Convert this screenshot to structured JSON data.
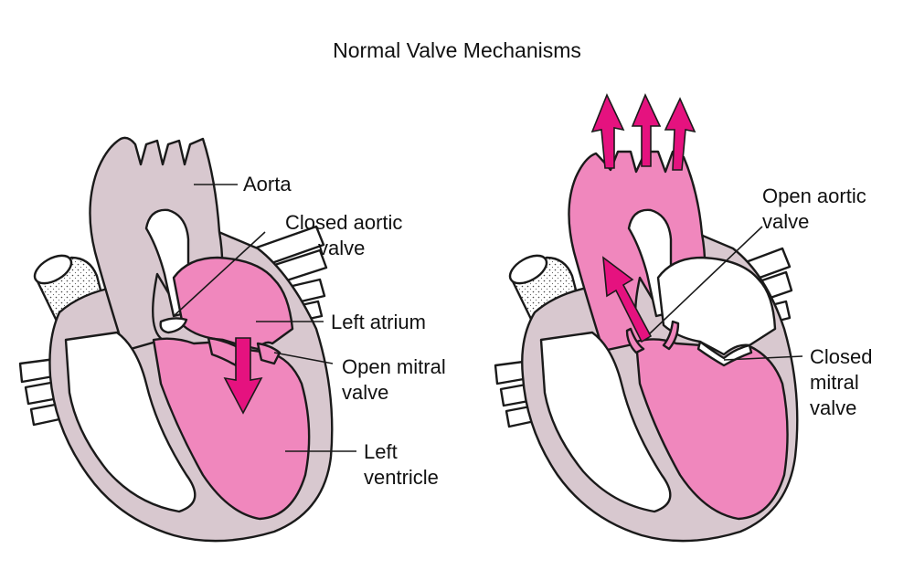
{
  "title": "Normal Valve Mechanisms",
  "colors": {
    "wall": "#d8c8cf",
    "blood": "#f087bd",
    "arrow": "#e5127f",
    "outline": "#1a1a1a",
    "background": "#ffffff"
  },
  "left_diagram": {
    "labels": {
      "aorta": "Aorta",
      "closed_aortic_1": "Closed aortic",
      "closed_aortic_2": "valve",
      "left_atrium": "Left atrium",
      "open_mitral_1": "Open mitral",
      "open_mitral_2": "valve",
      "left_ventricle_1": "Left",
      "left_ventricle_2": "ventricle"
    }
  },
  "right_diagram": {
    "labels": {
      "open_aortic_1": "Open aortic",
      "open_aortic_2": "valve",
      "closed_mitral_1": "Closed",
      "closed_mitral_2": "mitral",
      "closed_mitral_3": "valve"
    }
  }
}
